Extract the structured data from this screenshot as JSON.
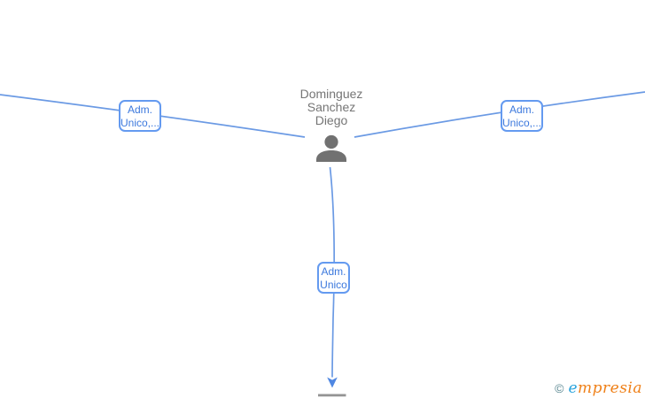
{
  "node": {
    "name_lines": [
      "Dominguez",
      "Sanchez",
      "Diego"
    ]
  },
  "edge_labels": {
    "left": [
      "Adm.",
      "Unico,..."
    ],
    "right": [
      "Adm.",
      "Unico,..."
    ],
    "bottom": [
      "Adm.",
      "Unico"
    ]
  },
  "watermark": {
    "copyright": "©",
    "brand_first": "e",
    "brand_rest": "mpresia"
  },
  "colors": {
    "edge_blue": "#6b9ae4",
    "arrow_blue": "#4f87e2",
    "label_border_blue": "#649af0",
    "label_text_blue": "#3b78dd",
    "node_gray": "#757575",
    "cutoff_node_gray": "#949494",
    "logo_copyright": "#57858f",
    "logo_e_blue": "#29a3dc",
    "logo_orange": "#ef8018"
  }
}
